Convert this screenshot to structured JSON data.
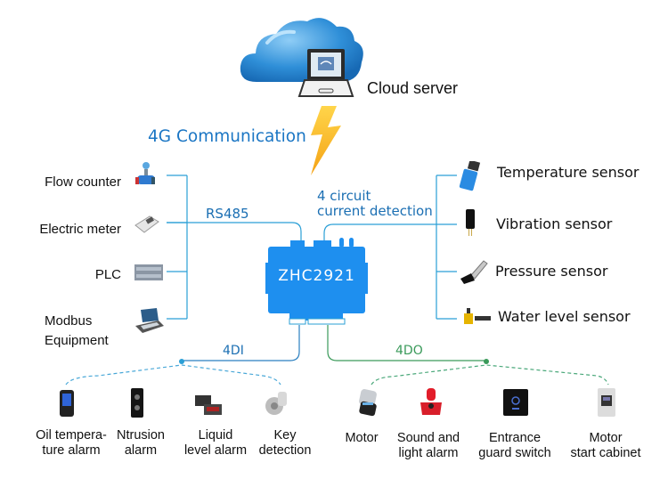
{
  "cloud": {
    "label": "Cloud server",
    "icon": "cloud-laptop-icon"
  },
  "link": {
    "label": "4G Communication",
    "icon": "lightning-icon"
  },
  "device": {
    "name": "ZHC2921",
    "color": "#1e8fef"
  },
  "rs485": {
    "label": "RS485",
    "items": [
      {
        "label": "Flow counter",
        "icon": "flow-meter-icon"
      },
      {
        "label": "Electric meter",
        "icon": "electric-meter-icon"
      },
      {
        "label": "PLC",
        "icon": "plc-icon"
      },
      {
        "label_line1": "Modbus",
        "label_line2": "Equipment",
        "icon": "laptop-icon"
      }
    ]
  },
  "current": {
    "label_line1": "4 circuit",
    "label_line2": "current detection",
    "items": [
      {
        "label": "Temperature sensor",
        "icon": "temperature-sensor-icon"
      },
      {
        "label": "Vibration sensor",
        "icon": "vibration-sensor-icon"
      },
      {
        "label": "Pressure sensor",
        "icon": "pressure-sensor-icon"
      },
      {
        "label": "Water level sensor",
        "icon": "water-level-sensor-icon"
      }
    ]
  },
  "di": {
    "label": "4DI",
    "color": "#1b6fb3",
    "items": [
      {
        "line1": "Oil tempera-",
        "line2": "ture alarm",
        "icon": "oil-temperature-alarm-icon"
      },
      {
        "line1": "Ntrusion",
        "line2": "alarm",
        "icon": "intrusion-alarm-icon"
      },
      {
        "line1": "Liquid",
        "line2": "level alarm",
        "icon": "liquid-level-alarm-icon"
      },
      {
        "line1": "Key",
        "line2": "detection",
        "icon": "key-detection-icon"
      }
    ]
  },
  "do": {
    "label": "4DO",
    "color": "#3a9a5a",
    "items": [
      {
        "line1": "Motor",
        "line2": "",
        "icon": "motor-icon"
      },
      {
        "line1": "Sound and",
        "line2": "light alarm",
        "icon": "sound-light-alarm-icon"
      },
      {
        "line1": "Entrance",
        "line2": "guard switch",
        "icon": "entrance-guard-switch-icon"
      },
      {
        "line1": "Motor",
        "line2": "start cabinet",
        "icon": "motor-start-cabinet-icon"
      }
    ]
  }
}
